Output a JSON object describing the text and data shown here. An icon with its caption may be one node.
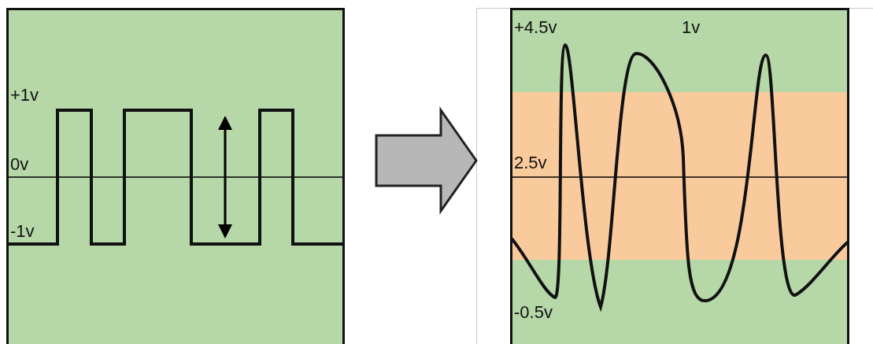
{
  "diagram": {
    "nodes": [
      {
        "text": [],
        "shape": "box"
      },
      {
        "text": [],
        "shape": "box"
      }
    ],
    "edges": [
      {
        "from": 0,
        "to": 1,
        "arrow": "to"
      }
    ],
    "labels": [
      "+1v",
      "0v",
      "-1v",
      "+4.5v",
      "1v",
      "2.5v",
      "-0.5v"
    ]
  }
}
